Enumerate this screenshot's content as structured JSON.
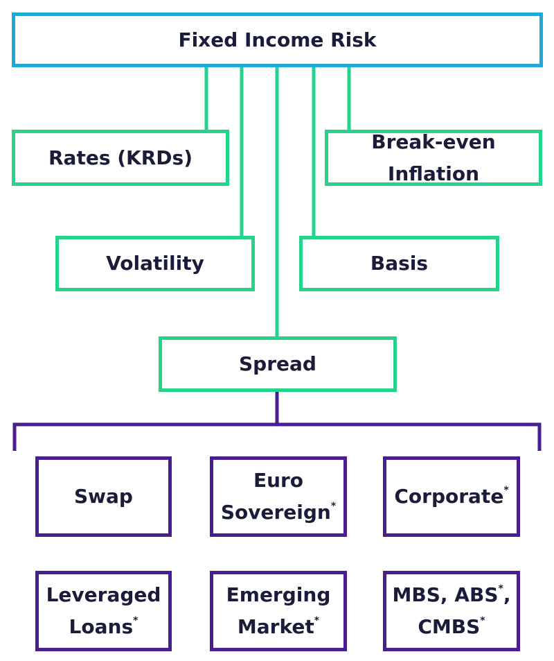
{
  "diagram": {
    "root": {
      "label": "Fixed Income Risk"
    },
    "first_level": [
      {
        "id": "rates",
        "label": "Rates (KRDs)"
      },
      {
        "id": "inflation",
        "label": "Break-even Inflation"
      },
      {
        "id": "volatility",
        "label": "Volatility"
      },
      {
        "id": "basis",
        "label": "Basis"
      },
      {
        "id": "spread",
        "label": "Spread"
      }
    ],
    "spread_children": [
      {
        "id": "swap",
        "line1": "Swap",
        "line2": "",
        "asterisk1": "",
        "asterisk2": ""
      },
      {
        "id": "euro-sovereign",
        "line1": "Euro",
        "line2": "Sovereign",
        "asterisk1": "",
        "asterisk2": "*"
      },
      {
        "id": "corporate",
        "line1": "Corporate",
        "line2": "",
        "asterisk1": "*",
        "asterisk2": ""
      },
      {
        "id": "leveraged-loans",
        "line1": "Leveraged",
        "line2": "Loans",
        "asterisk1": "",
        "asterisk2": "*"
      },
      {
        "id": "emerging-market",
        "line1": "Emerging",
        "line2": "Market",
        "asterisk1": "",
        "asterisk2": "*"
      },
      {
        "id": "mbs-abs-cmbs",
        "line1": "MBS, ABS",
        "line1_suffix": ",",
        "line2": "CMBS",
        "asterisk1": "*",
        "asterisk2": "*"
      }
    ],
    "colors": {
      "root_border": "#1fa9d6",
      "first_level_border": "#25d38c",
      "spread_children_border": "#4b1d92",
      "text": "#1b1c3a"
    }
  }
}
